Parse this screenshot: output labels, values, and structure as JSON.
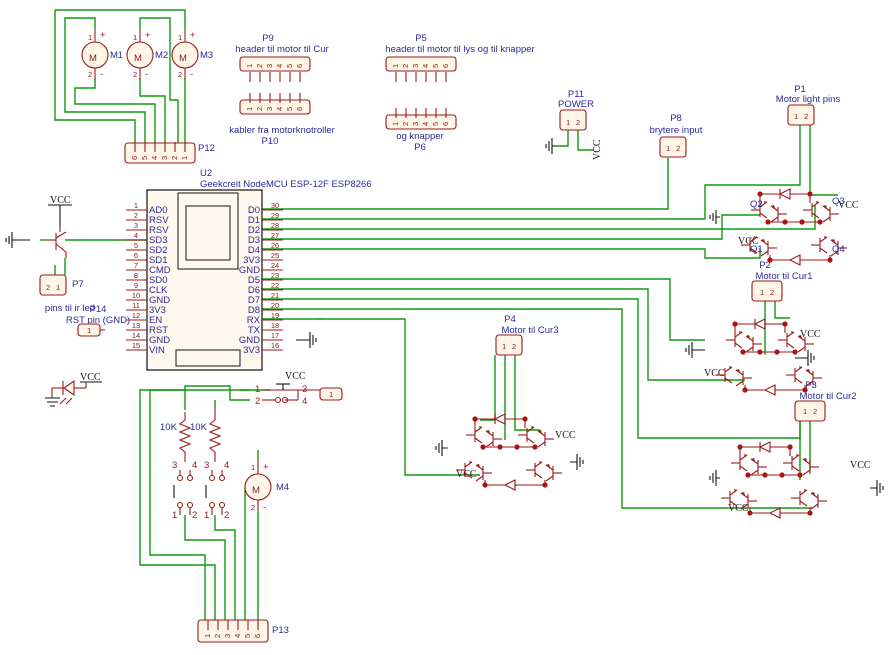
{
  "motors": [
    {
      "ref": "M1",
      "plus": "+",
      "minus": "-",
      "p1": "1",
      "p2": "2"
    },
    {
      "ref": "M2",
      "plus": "+",
      "minus": "-",
      "p1": "1",
      "p2": "2"
    },
    {
      "ref": "M3",
      "plus": "+",
      "minus": "-",
      "p1": "1",
      "p2": "2"
    },
    {
      "ref": "M4",
      "plus": "+",
      "minus": "-",
      "p1": "1",
      "p2": "2"
    }
  ],
  "headers": {
    "P9": {
      "ref": "P9",
      "value": "header til motor til Cur"
    },
    "P10": {
      "ref": "P10",
      "value": "kabler fra motorknotroller"
    },
    "P5": {
      "ref": "P5",
      "value": "header til motor til lys og til knapper"
    },
    "P6": {
      "ref": "P6",
      "value": "og knapper"
    },
    "P11": {
      "ref": "P11",
      "value": "POWER"
    },
    "P8": {
      "ref": "P8",
      "value": "brytere input"
    },
    "P1": {
      "ref": "P1",
      "value": "Motor light pins"
    },
    "P12": {
      "ref": "P12"
    },
    "P13": {
      "ref": "P13"
    },
    "P2": {
      "ref": "P2",
      "value": "Motor til Cur1"
    },
    "P3": {
      "ref": "P3",
      "value": "Motor til Cur2"
    },
    "P4": {
      "ref": "P4",
      "value": "Motor til Cur3"
    },
    "P7": {
      "ref": "P7",
      "value": "pins til ir led"
    },
    "P14": {
      "ref": "P14",
      "value": "RST pin (GND)"
    }
  },
  "pin_numbers": {
    "six": [
      "1",
      "2",
      "3",
      "4",
      "5",
      "6"
    ],
    "six_rev": [
      "6",
      "5",
      "4",
      "3",
      "2",
      "1"
    ],
    "two": [
      "1",
      "2"
    ],
    "two_rev": [
      "2",
      "1"
    ],
    "one": "1"
  },
  "mcu": {
    "ref": "U2",
    "value": "Geekcreit NodeMCU ESP-12F ESP8266",
    "left_pins": [
      {
        "num": "1",
        "name": "AD0"
      },
      {
        "num": "2",
        "name": "RSV"
      },
      {
        "num": "3",
        "name": "RSV"
      },
      {
        "num": "4",
        "name": "SD3"
      },
      {
        "num": "5",
        "name": "SD2"
      },
      {
        "num": "6",
        "name": "SD1"
      },
      {
        "num": "7",
        "name": "CMD"
      },
      {
        "num": "8",
        "name": "SD0"
      },
      {
        "num": "9",
        "name": "CLK"
      },
      {
        "num": "10",
        "name": "GND"
      },
      {
        "num": "11",
        "name": "3V3"
      },
      {
        "num": "12",
        "name": "EN"
      },
      {
        "num": "13",
        "name": "RST"
      },
      {
        "num": "14",
        "name": "GND"
      },
      {
        "num": "15",
        "name": "VIN"
      }
    ],
    "right_pins": [
      {
        "num": "30",
        "name": "D0"
      },
      {
        "num": "29",
        "name": "D1"
      },
      {
        "num": "28",
        "name": "D2"
      },
      {
        "num": "27",
        "name": "D3"
      },
      {
        "num": "26",
        "name": "D4"
      },
      {
        "num": "25",
        "name": "3V3"
      },
      {
        "num": "24",
        "name": "GND"
      },
      {
        "num": "23",
        "name": "D5"
      },
      {
        "num": "22",
        "name": "D6"
      },
      {
        "num": "21",
        "name": "D7"
      },
      {
        "num": "20",
        "name": "D8"
      },
      {
        "num": "19",
        "name": "RX"
      },
      {
        "num": "18",
        "name": "TX"
      },
      {
        "num": "17",
        "name": "GND"
      },
      {
        "num": "16",
        "name": "3V3"
      }
    ]
  },
  "power": {
    "vcc": "VCC"
  },
  "transistors": [
    "Q1",
    "Q2",
    "Q3",
    "Q4"
  ],
  "resistors": [
    {
      "value": "10K"
    },
    {
      "value": "10K"
    }
  ],
  "switch_pins": {
    "a": "1",
    "b": "2",
    "c": "3",
    "d": "4"
  }
}
